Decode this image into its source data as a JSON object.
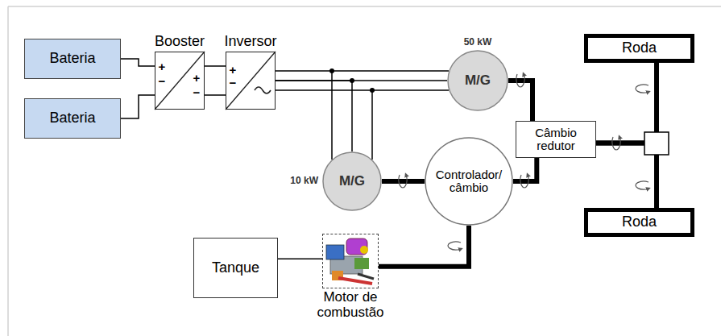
{
  "diagram": {
    "nodes": [
      {
        "text": [
          "Bateria"
        ]
      },
      {
        "text": [
          "Bateria"
        ]
      },
      {
        "text": [
          "Booster"
        ]
      },
      {
        "text": [
          "Inversor"
        ]
      },
      {
        "text": [
          "50 kW",
          "M/G"
        ]
      },
      {
        "text": [
          "10 kW",
          "M/G"
        ]
      },
      {
        "text": [
          "Controlador/ câmbio"
        ]
      },
      {
        "text": [
          "Câmbio redutor"
        ]
      },
      {
        "text": [
          "Roda"
        ]
      },
      {
        "text": [
          "Roda"
        ]
      },
      {
        "text": [
          "Tanque"
        ]
      },
      {
        "text": [
          "Motor de combustão"
        ]
      }
    ],
    "edges": [
      {
        "from": 0,
        "to": 2,
        "arrow": "none"
      },
      {
        "from": 1,
        "to": 2,
        "arrow": "none"
      },
      {
        "from": 2,
        "to": 3,
        "arrow": "none"
      },
      {
        "from": 3,
        "to": 4,
        "arrow": "none"
      },
      {
        "from": 3,
        "to": 5,
        "arrow": "none"
      },
      {
        "from": 4,
        "to": 7,
        "arrow": "none"
      },
      {
        "from": 5,
        "to": 6,
        "arrow": "none"
      },
      {
        "from": 6,
        "to": 7,
        "arrow": "none"
      },
      {
        "from": 11,
        "to": 6,
        "arrow": "none"
      },
      {
        "from": 10,
        "to": 11,
        "arrow": "none"
      },
      {
        "from": 7,
        "to": 8,
        "arrow": "none"
      },
      {
        "from": 7,
        "to": 9,
        "arrow": "none"
      }
    ],
    "labels": [
      "+",
      "−",
      "+",
      "−",
      "+",
      "−"
    ]
  }
}
